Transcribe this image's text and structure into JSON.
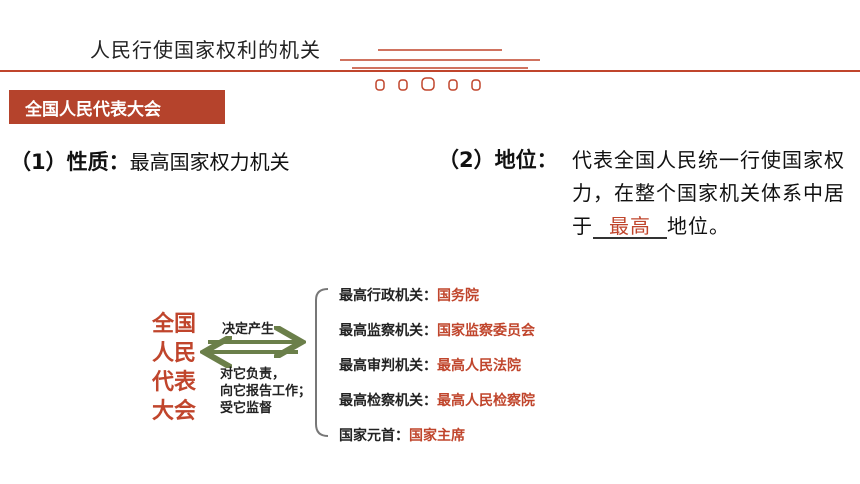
{
  "header": {
    "title": "人民行使国家权利的机关"
  },
  "section": {
    "title": "全国人民代表大会"
  },
  "point1": {
    "label": "（1）性质：",
    "text": "最高国家权力机关"
  },
  "point2": {
    "label": "（2）地位：",
    "text_before": "代表全国人民统一行使国家权力，在整个国家机关体系中居于",
    "blank": "最高",
    "text_after": "地位。"
  },
  "diagram": {
    "source": [
      "全国",
      "人民",
      "代表",
      "大会"
    ],
    "top_arrow_label": "决定产生",
    "bottom_arrow_label": [
      "对它负责，",
      "向它报告工作；",
      "受它监督"
    ],
    "organs": [
      {
        "role": "最高行政机关：",
        "name": "国务院"
      },
      {
        "role": "最高监察机关：",
        "name": "国家监察委员会"
      },
      {
        "role": "最高审判机关：",
        "name": "最高人民法院"
      },
      {
        "role": "最高检察机关：",
        "name": "最高人民检察院"
      },
      {
        "role": "国家元首：",
        "name": "国家主席"
      }
    ]
  },
  "colors": {
    "accent": "#b5432c",
    "highlight": "#c0452c",
    "arrow": "#6b7f4a"
  }
}
